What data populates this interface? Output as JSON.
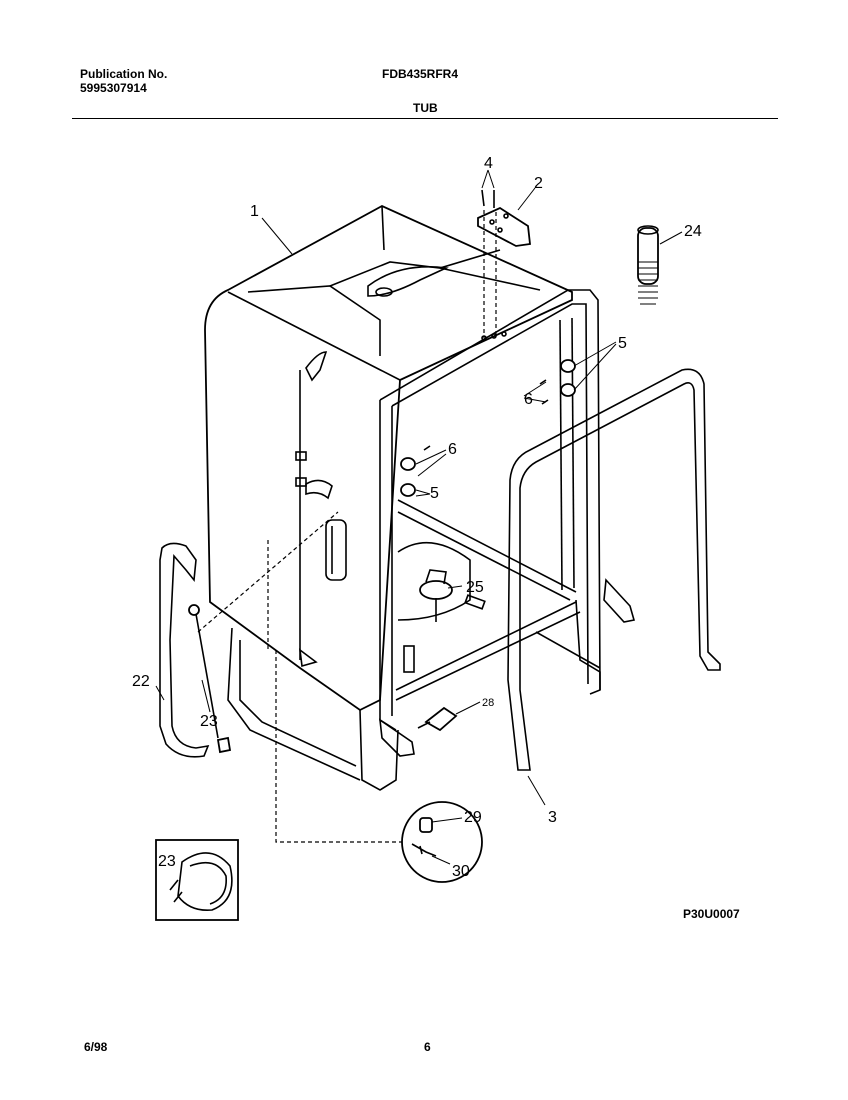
{
  "header": {
    "publication_label": "Publication No.",
    "publication_number": "5995307914",
    "model": "FDB435RFR4",
    "section": "TUB"
  },
  "callouts": {
    "c1": "1",
    "c2": "2",
    "c3": "3",
    "c4": "4",
    "c5a": "5",
    "c5b": "5",
    "c6a": "6",
    "c6b": "6",
    "c22": "22",
    "c23a": "23",
    "c23b": "23",
    "c24": "24",
    "c25": "25",
    "c28": "28",
    "c29": "29",
    "c30": "30"
  },
  "reference_code": "P30U0007",
  "footer": {
    "date": "6/98",
    "page": "6"
  }
}
